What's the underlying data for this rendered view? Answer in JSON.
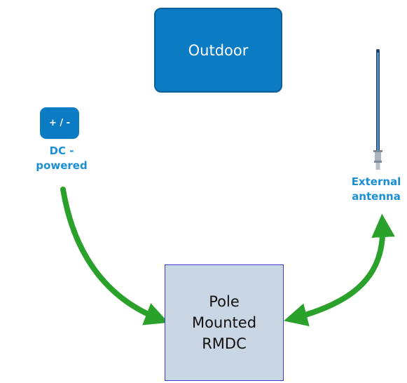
{
  "outdoor": {
    "label": "Outdoor"
  },
  "dc_power": {
    "symbol": "+ / -",
    "label": "DC -\npowered"
  },
  "external_antenna": {
    "label": "External\nantenna"
  },
  "rmdc": {
    "label": "Pole\nMounted\nRMDC"
  },
  "colors": {
    "primary_blue": "#0b7bc4",
    "label_blue": "#1a8fd6",
    "arrow_green": "#2aa12a",
    "box_fill": "#c9d7e4",
    "box_border": "#3d3dd0"
  }
}
